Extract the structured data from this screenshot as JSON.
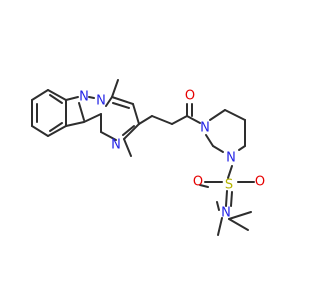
{
  "molecule": {
    "colors": {
      "bond": "#2e2e2e",
      "nitrogen": "#2323e6",
      "oxygen": "#e60000",
      "sulfur": "#b4b400"
    },
    "atoms": {
      "n_pyrazole": "N",
      "n_bridge": "N",
      "n_pyrimidine": "N",
      "o_carbonyl": "O",
      "n_piperazine_top": "N",
      "n_piperazine_bottom": "N",
      "s_sulfonyl": "S",
      "o_sulfonyl_1": "O",
      "o_sulfonyl_2": "O",
      "n_dimethylamine": "N"
    }
  }
}
